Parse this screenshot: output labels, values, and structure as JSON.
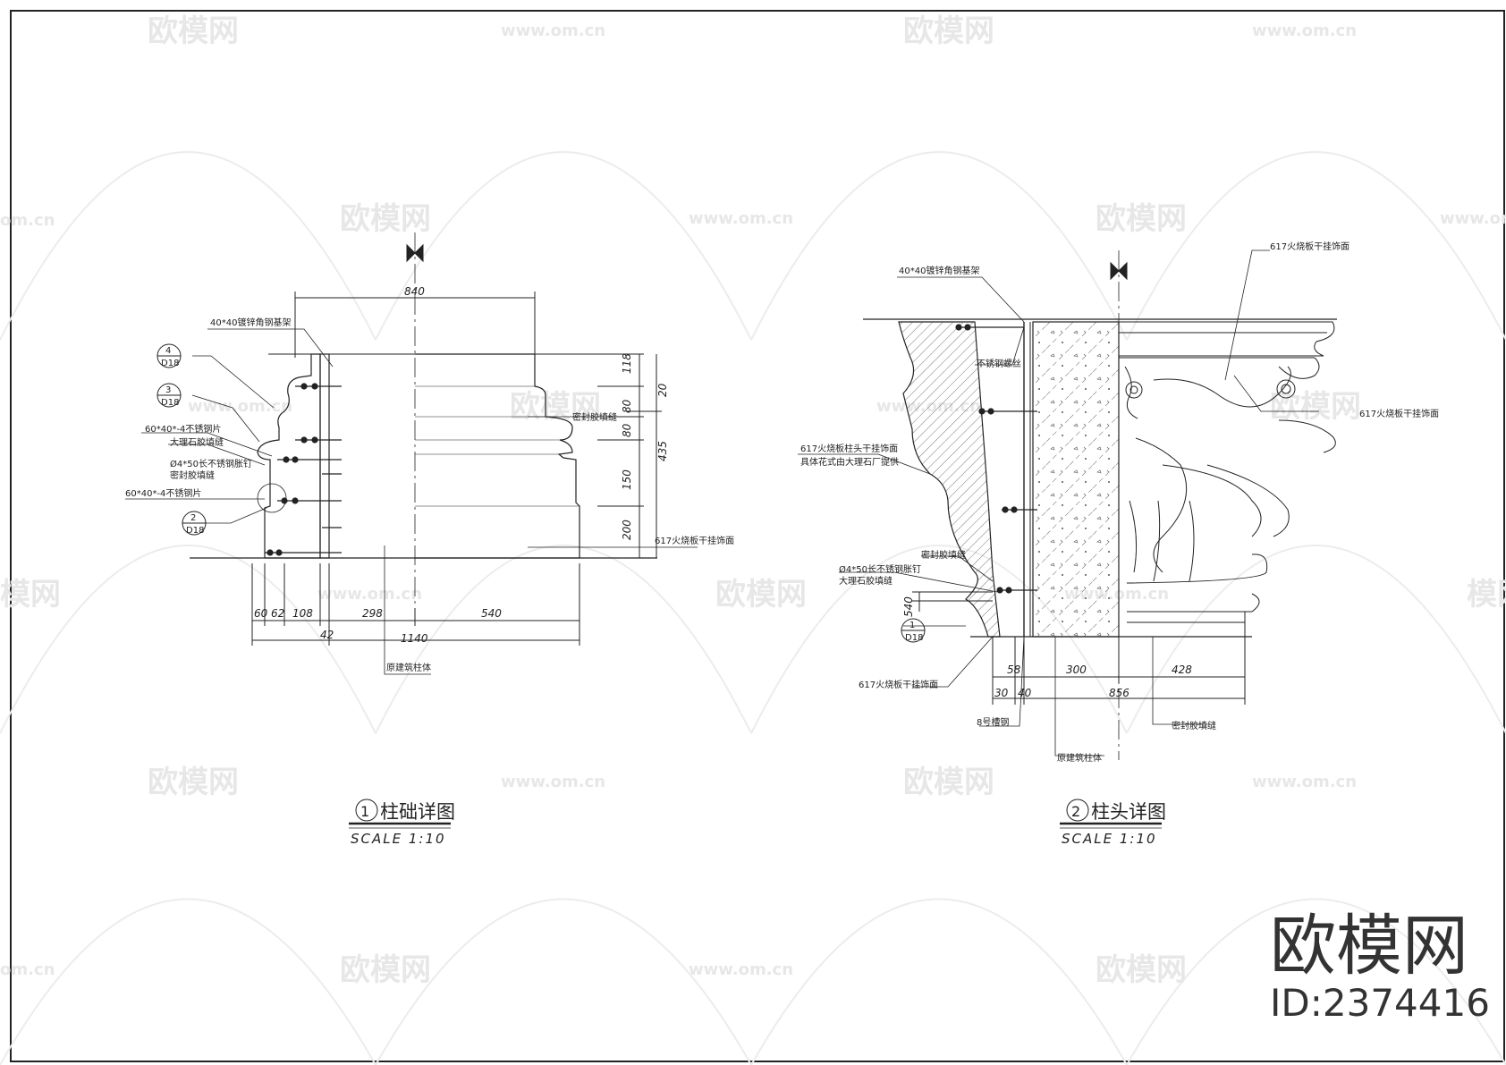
{
  "watermark": {
    "brand": "欧模网",
    "url": "www.om.cn",
    "edge_url": "om.cn",
    "edge_brand": "模网"
  },
  "branding": {
    "name": "欧模网",
    "id": "ID:2374416"
  },
  "detail1": {
    "number": "1",
    "title": "柱础详图",
    "scale": "SCALE 1:10",
    "dims": {
      "top_width": "840",
      "h1": "118",
      "h2": "80",
      "h3": "80",
      "h4": "150",
      "h5": "200",
      "h_side": "20",
      "h_total": "435",
      "b1": "60",
      "b2": "62",
      "b3": "108",
      "b4": "298",
      "b5": "540",
      "b_small": "42",
      "b_total": "1140"
    },
    "labels": {
      "l1": "40*40镀锌角钢基架",
      "l2": "60*40*-4不锈钢片",
      "l3": "大理石胶填缝",
      "l4": "Ø4*50长不锈钢胀钉",
      "l5": "密封胶填缝",
      "l6": "60*40*-4不锈钢片",
      "l7": "密封胶填缝",
      "l8": "617火烧板干挂饰面",
      "l9": "原建筑柱体"
    },
    "refs": [
      {
        "num": "4",
        "sheet": "D18"
      },
      {
        "num": "3",
        "sheet": "D18"
      },
      {
        "num": "2",
        "sheet": "D18"
      }
    ]
  },
  "detail2": {
    "number": "2",
    "title": "柱头详图",
    "scale": "SCALE 1:10",
    "dims": {
      "v1": "540",
      "b1": "58",
      "b2": "300",
      "b3": "428",
      "b4": "30",
      "b5": "40",
      "b_total": "856"
    },
    "labels": {
      "l1": "40*40镀锌角钢基架",
      "l2": "617火烧板干挂饰面",
      "l3": "不锈钢螺丝",
      "l4": "617火烧板干挂饰面",
      "l5": "617火烧板柱头干挂饰面",
      "l6": "具体花式由大理石厂提供",
      "l7": "密封胶填缝",
      "l8": "Ø4*50长不锈钢胀钉",
      "l9": "大理石胶填缝",
      "l10": "617火烧板干挂饰面",
      "l11": "8号槽钢",
      "l12": "密封胶填缝",
      "l13": "原建筑柱体"
    },
    "refs": [
      {
        "num": "1",
        "sheet": "D18"
      }
    ]
  }
}
